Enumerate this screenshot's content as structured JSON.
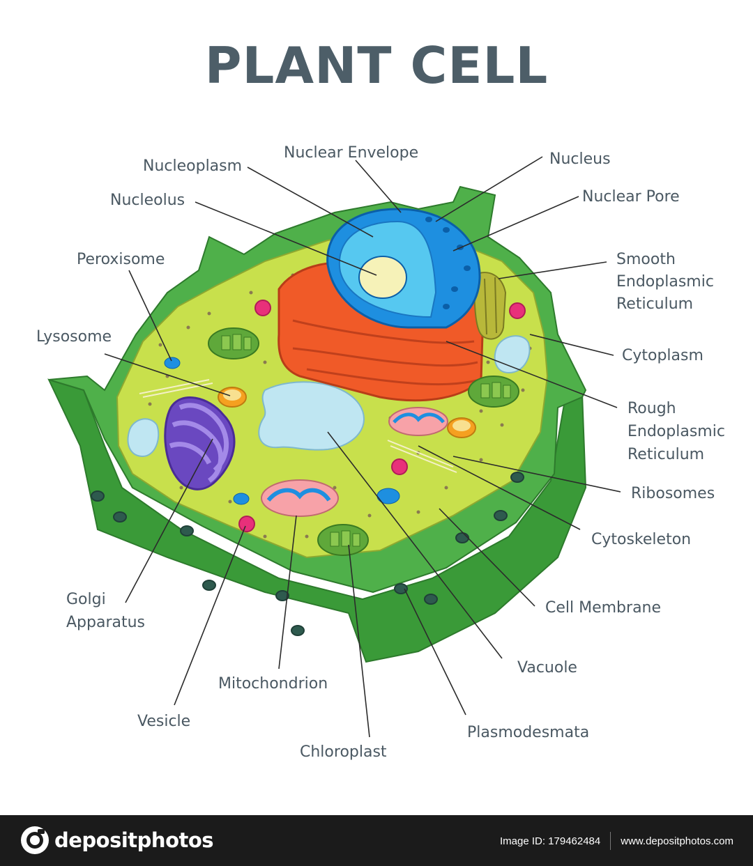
{
  "title": "PLANT CELL",
  "labels": {
    "nucleoplasm": "Nucleoplasm",
    "nuclear_envelope": "Nuclear Envelope",
    "nucleus": "Nucleus",
    "nucleolus": "Nucleolus",
    "nuclear_pore": "Nuclear Pore",
    "peroxisome": "Peroxisome",
    "smooth_er": [
      "Smooth",
      "Endoplasmic",
      "Reticulum"
    ],
    "lysosome": "Lysosome",
    "cytoplasm": "Cytoplasm",
    "rough_er": [
      "Rough",
      "Endoplasmic",
      "Reticulum"
    ],
    "ribosomes": "Ribosomes",
    "cytoskeleton": "Cytoskeleton",
    "golgi": [
      "Golgi",
      "Apparatus"
    ],
    "cell_membrane": "Cell Membrane",
    "vacuole": "Vacuole",
    "mitochondrion": "Mitochondrion",
    "vesicle": "Vesicle",
    "plasmodesmata": "Plasmodesmata",
    "chloroplast": "Chloroplast"
  },
  "footer": {
    "brand": "depositphotos",
    "image_id": "Image ID: 179462484",
    "site": "www.depositphotos.com"
  },
  "colors": {
    "cell_wall": "#3e9a3a",
    "cell_wall_light": "#4fb04a",
    "cytoplasm": "#c8e04c",
    "nucleus": "#1e8fe0",
    "nucleoplasm": "#56c8f0",
    "nucleolus": "#f6f2b8",
    "rough_er": "#f05a28",
    "golgi": "#8a6cd8",
    "vacuole": "#bfe6f2",
    "chloroplast": "#5fa83a",
    "label_text": "#4a5862",
    "footer_bg": "#1b1b1b"
  }
}
